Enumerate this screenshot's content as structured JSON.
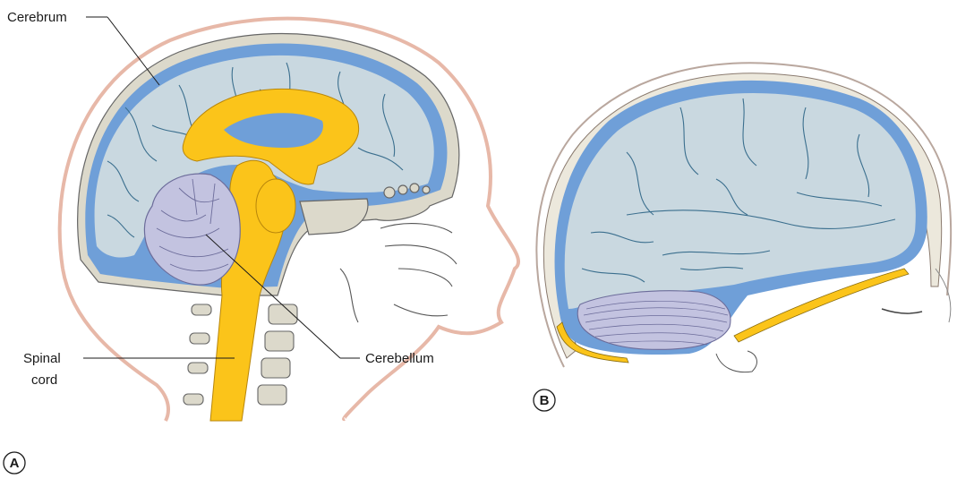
{
  "labels": {
    "cerebrum": "Cerebrum",
    "cerebellum": "Cerebellum",
    "spinal_cord_line1": "Spinal",
    "spinal_cord_line2": "cord"
  },
  "panels": {
    "a": "A",
    "b": "B"
  },
  "colors": {
    "brain_fill": "#c9d8e0",
    "csf_blue": "#6f9fd8",
    "ventricle_yellow": "#fbc41a",
    "cerebellum_fill": "#c3c3e0",
    "bone_fill": "#dcd9cb",
    "scalp_line": "#e7b8a8",
    "sulcus_line": "#3b6f8e",
    "outline": "#444444"
  },
  "icons": {
    "panel_badge": "circle-letter"
  }
}
